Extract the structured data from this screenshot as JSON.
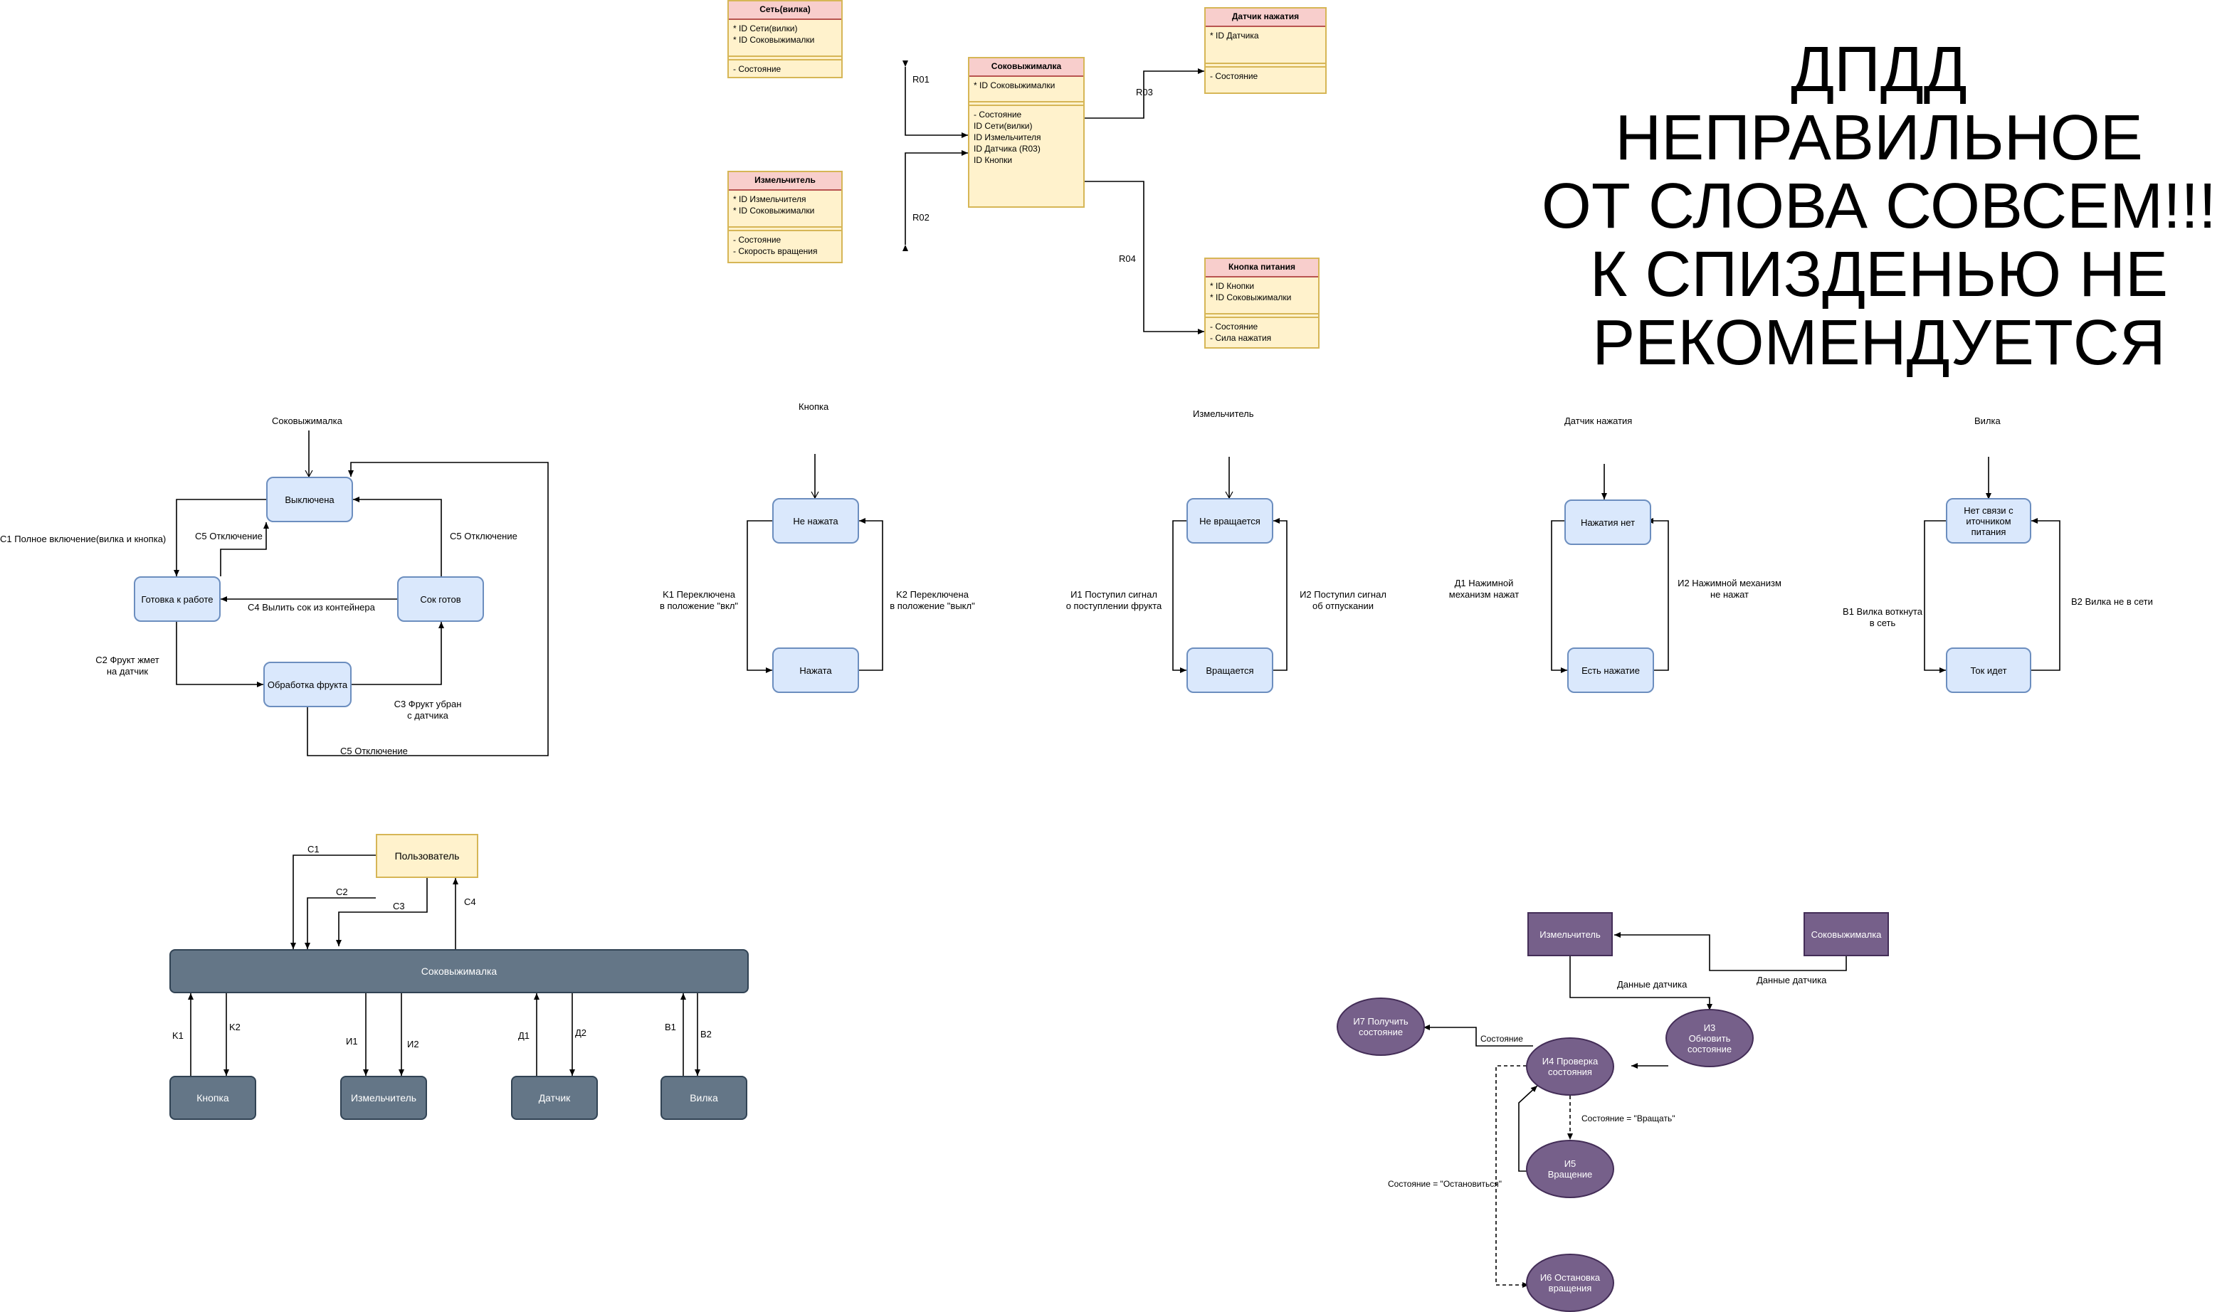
{
  "note": {
    "line1": "ДПДД НЕПРАВИЛЬНОЕ",
    "line2": "ОТ СЛОВА СОВСЕМ!!!",
    "line3": "К СПИЗДЕНЬЮ НЕ",
    "line4": "РЕКОМЕНДУЕТСЯ"
  },
  "class_diagram": {
    "classes": {
      "set": {
        "title": "Сеть(вилка)",
        "attrs": [
          "* ID Сети(вилки)",
          "* ID Соковыжималки"
        ],
        "ops": [
          "- Состояние"
        ]
      },
      "main": {
        "title": "Соковыжималка",
        "attrs": [
          "* ID Соковыжималки"
        ],
        "ops": [
          "- Состояние",
          "ID Сети(вилки)",
          "ID Измельчителя",
          "ID Датчика (R03)",
          "ID Кнопки"
        ]
      },
      "sensor": {
        "title": "Датчик нажатия",
        "attrs": [
          "* ID Датчика"
        ],
        "ops": [
          "- Состояние"
        ]
      },
      "shredder": {
        "title": "Измельчитель",
        "attrs": [
          "* ID Измельчителя",
          "* ID Соковыжималки"
        ],
        "ops": [
          "- Состояние",
          "- Скорость вращения"
        ]
      },
      "button": {
        "title": "Кнопка питания",
        "attrs": [
          "* ID Кнопки",
          "* ID Соковыжималки"
        ],
        "ops": [
          "- Состояние",
          "- Сила нажатия"
        ]
      }
    },
    "relations": {
      "r01": "R01",
      "r02": "R02",
      "r03": "R03",
      "r04": "R04"
    }
  },
  "juicer_sm": {
    "title": "Соковыжималка",
    "states": {
      "off": "Выключена",
      "ready": "Готовка к работе",
      "processing": "Обработка фрукта",
      "juice": "Сок готов"
    },
    "events": {
      "c1": "C1 Полное включение(вилка и кнопка)",
      "c5a": "C5 Отключение",
      "c5b": "C5 Отключение",
      "c4": "C4 Вылить сок из контейнера",
      "c2_l1": "C2 Фрукт жмет",
      "c2_l2": "на датчик",
      "c3_l1": "C3 Фрукт убран",
      "c3_l2": "с датчика",
      "c5c": "C5 Отключение"
    }
  },
  "button_sm": {
    "title": "Кнопка",
    "states": {
      "s1": "Не нажата",
      "s2": "Нажата"
    },
    "events": {
      "e1_l1": "K1 Переключена",
      "e1_l2": "в положение \"вкл\"",
      "e2_l1": "K2 Переключена",
      "e2_l2": "в положение \"выкл\""
    }
  },
  "shredder_sm": {
    "title": "Измельчитель",
    "states": {
      "s1": "Не вращается",
      "s2": "Вращается"
    },
    "events": {
      "e1_l1": "И1 Поступил сигнал",
      "e1_l2": "о поступлении фрукта",
      "e2_l1": "И2 Поступил сигнал",
      "e2_l2": "об отпускании"
    }
  },
  "sensor_sm": {
    "title": "Датчик нажатия",
    "states": {
      "s1": "Нажатия нет",
      "s2": "Есть нажатие"
    },
    "events": {
      "e1_l1": "Д1 Нажимной",
      "e1_l2": "механизм нажат",
      "e2_l1": "И2 Нажимной механизм",
      "e2_l2": "не нажат"
    }
  },
  "plug_sm": {
    "title": "Вилка",
    "states": {
      "s1_l1": "Нет связи с",
      "s1_l2": "иточником",
      "s1_l3": "питания",
      "s2": "Ток идет"
    },
    "events": {
      "e1_l1": "B1 Вилка воткнута",
      "e1_l2": "в сеть",
      "e2": "B2 Вилка не в сети"
    }
  },
  "comm_diagram": {
    "user": "Пользователь",
    "main": "Соковыжималка",
    "externals": {
      "button": "Кнопка",
      "shredder": "Измельчитель",
      "sensor": "Датчик",
      "plug": "Вилка"
    },
    "labels": {
      "c1": "C1",
      "c2": "C2",
      "c3": "C3",
      "c4": "C4",
      "k1": "K1",
      "k2": "K2",
      "i1": "И1",
      "i2": "И2",
      "d1": "Д1",
      "d2": "Д2",
      "v1": "B1",
      "v2": "B2"
    }
  },
  "process_model": {
    "boxes": {
      "shredder": "Измельчитель",
      "juicer": "Соковыжималка"
    },
    "processes": {
      "i7_l1": "И7 Получить",
      "i7_l2": "состояние",
      "i3_l1": "И3",
      "i3_l2": "Обновить состояние",
      "i4_l1": "И4 Проверка",
      "i4_l2": "состояния",
      "i5_l1": "И5",
      "i5_l2": "Вращение",
      "i6_l1": "И6 Остановка",
      "i6_l2": "вращения"
    },
    "flows": {
      "data1": "Данные датчика",
      "data2": "Данные датчика",
      "state": "Состояние",
      "rotate": "Состояние = \"Вращать\"",
      "stop": "Состояние = \"Остановиться\""
    }
  },
  "colors": {
    "class_fill": "#fff2cc",
    "class_header": "#f8cecc",
    "state_fill": "#dae8fc",
    "external_fill": "#647687",
    "process_fill": "#76608a"
  }
}
